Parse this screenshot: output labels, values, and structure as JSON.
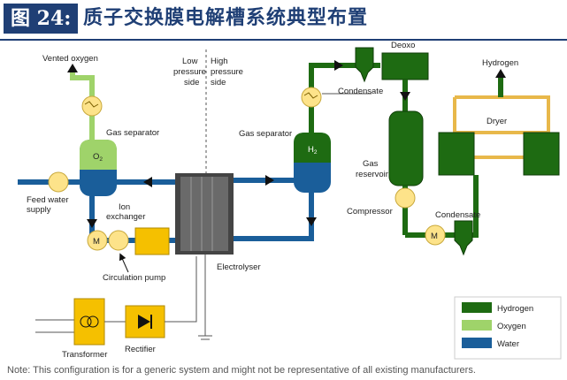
{
  "header": {
    "figure_tag": "图 24:",
    "title": "质子交换膜电解槽系统典型布置"
  },
  "labels": {
    "vented_oxygen": "Vented oxygen",
    "gas_separator_o2": "Gas separator",
    "o2": "O",
    "o2_sub": "2",
    "feed_water_1": "Feed water",
    "feed_water_2": "supply",
    "ion_1": "Ion",
    "ion_2": "exchanger",
    "circulation_pump": "Circulation pump",
    "low_pressure_1": "Low",
    "low_pressure_2": "pressure",
    "low_pressure_3": "side",
    "high_pressure_1": "High",
    "high_pressure_2": "pressure",
    "high_pressure_3": "side",
    "electrolyser": "Electrolyser",
    "transformer": "Transformer",
    "rectifier": "Rectifier",
    "gas_separator_h2": "Gas separator",
    "h2": "H",
    "h2_sub": "2",
    "condensate_top": "Condensate",
    "deoxo": "Deoxo",
    "hydrogen_out": "Hydrogen",
    "dryer": "Dryer",
    "gas_reservoir_1": "Gas",
    "gas_reservoir_2": "reservoir",
    "compressor": "Compressor",
    "condensate_bottom": "Condensate",
    "motor_m": "M"
  },
  "legend": {
    "hydrogen": "Hydrogen",
    "oxygen": "Oxygen",
    "water": "Water"
  },
  "colors": {
    "hydrogen": "#1e6b12",
    "oxygen": "#9fd36a",
    "water": "#1a5e9a",
    "dryer_loop": "#e8b84a",
    "pump": "#fde38a",
    "title": "#1f3f75"
  },
  "note": "Note: This configuration is for a generic system and might not be representative of all existing manufacturers."
}
